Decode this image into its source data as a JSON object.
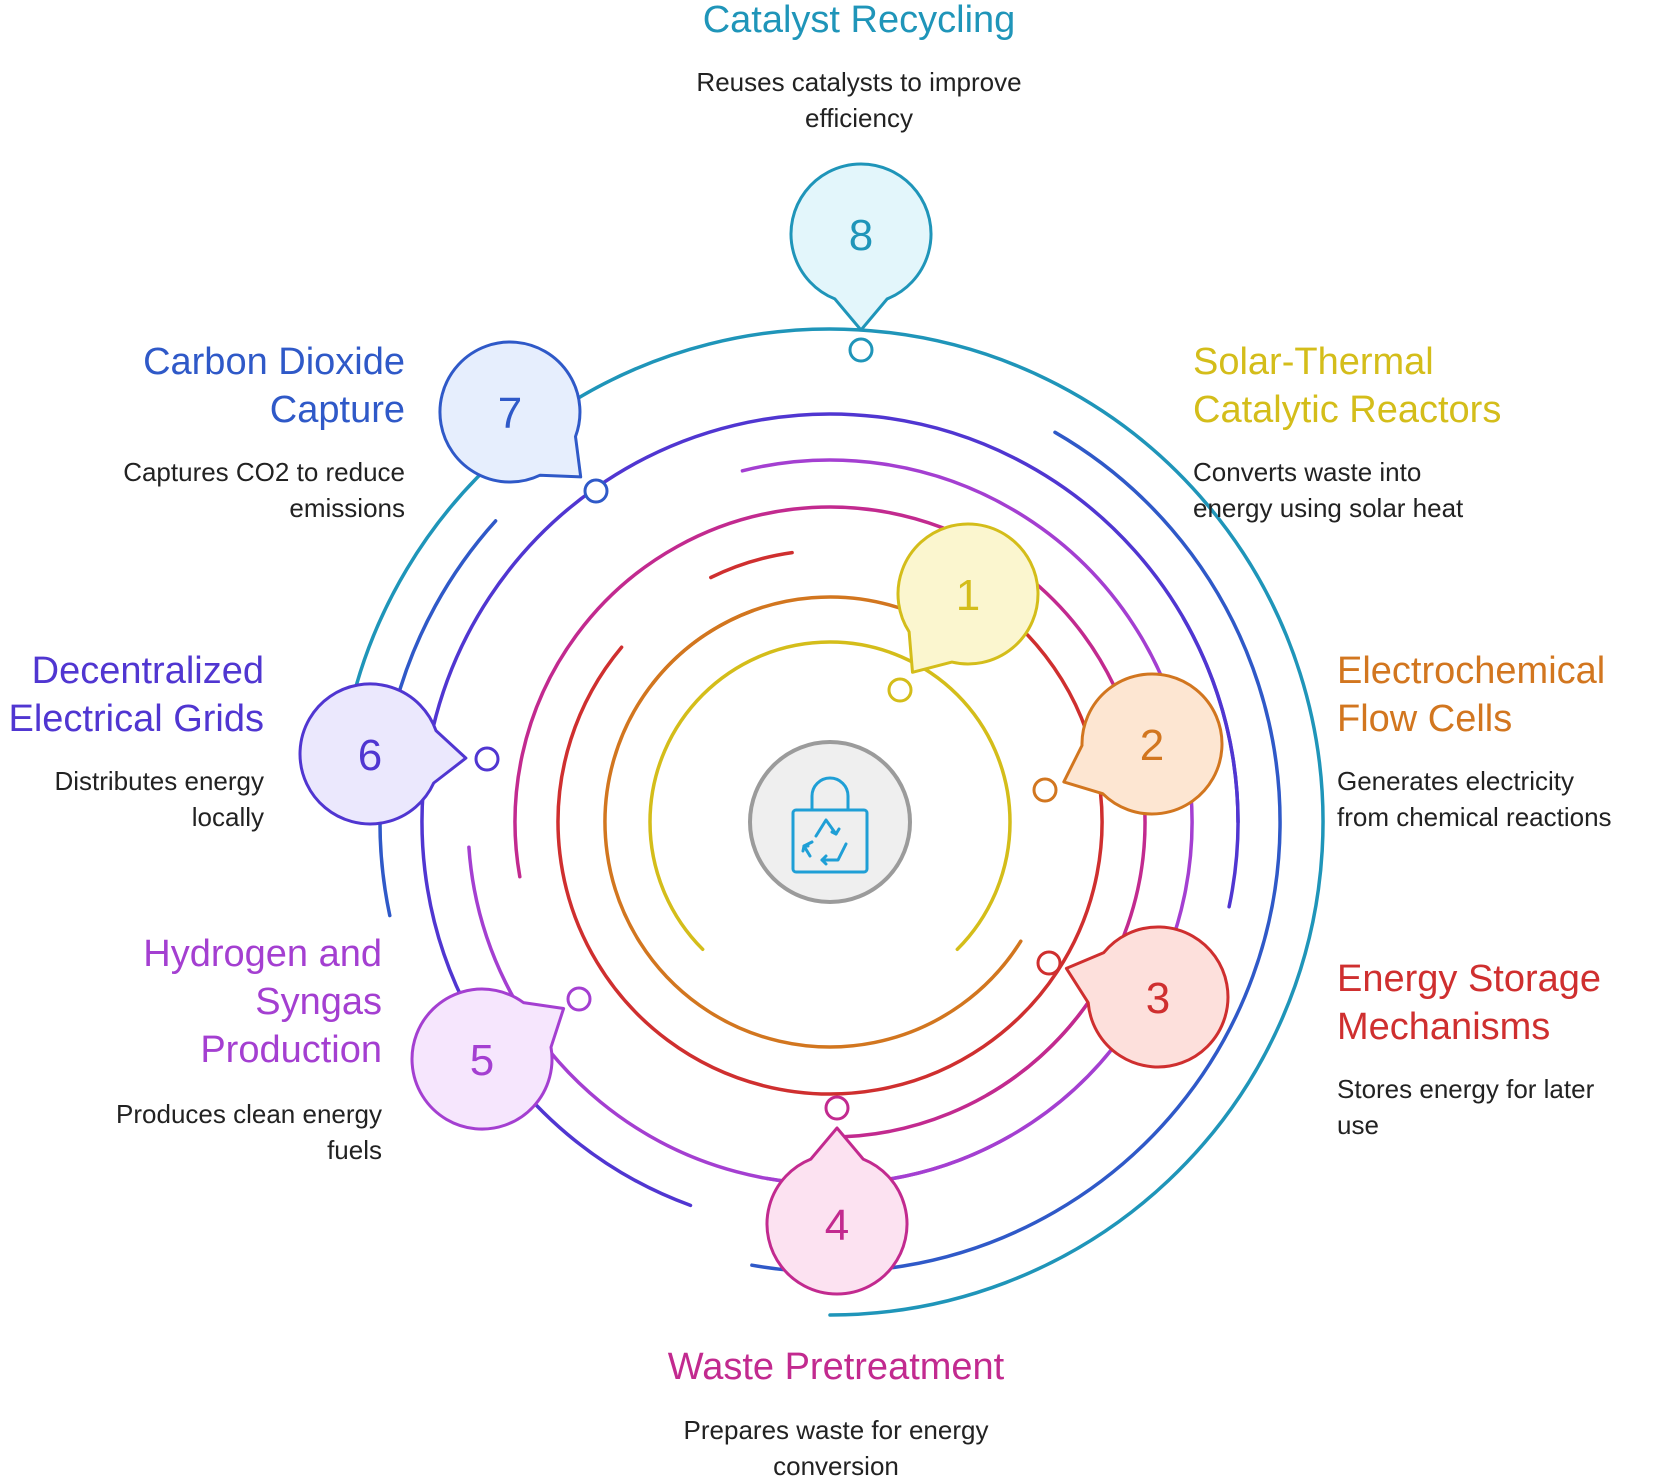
{
  "center": {
    "icon": "recycle-lock-icon",
    "ring_color": "#9b9b9b",
    "fill": "#efefef",
    "icon_color": "#1f9fd6"
  },
  "stages": [
    {
      "number": "1",
      "title_lines": [
        "Solar-Thermal",
        "Catalytic Reactors"
      ],
      "desc_lines": [
        "Converts waste into",
        "energy using solar heat"
      ],
      "color": "#d4bd1a",
      "fill": "#fbf6cf"
    },
    {
      "number": "2",
      "title_lines": [
        "Electrochemical",
        "Flow Cells"
      ],
      "desc_lines": [
        "Generates electricity",
        "from chemical reactions"
      ],
      "color": "#d2761f",
      "fill": "#fde6d2"
    },
    {
      "number": "3",
      "title_lines": [
        "Energy Storage",
        "Mechanisms"
      ],
      "desc_lines": [
        "Stores energy for later",
        "use"
      ],
      "color": "#cf2f2f",
      "fill": "#fde0dc"
    },
    {
      "number": "4",
      "title_lines": [
        "Waste Pretreatment"
      ],
      "desc_lines": [
        "Prepares waste for energy",
        "conversion"
      ],
      "color": "#c22a8f",
      "fill": "#fce2f1"
    },
    {
      "number": "5",
      "title_lines": [
        "Hydrogen and",
        "Syngas",
        "Production"
      ],
      "desc_lines": [
        "Produces clean energy",
        "fuels"
      ],
      "color": "#a43fd1",
      "fill": "#f6e6fd"
    },
    {
      "number": "6",
      "title_lines": [
        "Decentralized",
        "Electrical Grids"
      ],
      "desc_lines": [
        "Distributes energy",
        "locally"
      ],
      "color": "#5036d1",
      "fill": "#ebe8fd"
    },
    {
      "number": "7",
      "title_lines": [
        "Carbon Dioxide",
        "Capture"
      ],
      "desc_lines": [
        "Captures CO2 to reduce",
        "emissions"
      ],
      "color": "#2f59c8",
      "fill": "#e6eefd"
    },
    {
      "number": "8",
      "title_lines": [
        "Catalyst Recycling"
      ],
      "desc_lines": [
        "Reuses catalysts to improve",
        "efficiency"
      ],
      "color": "#1f95b9",
      "fill": "#e3f6fb"
    }
  ]
}
